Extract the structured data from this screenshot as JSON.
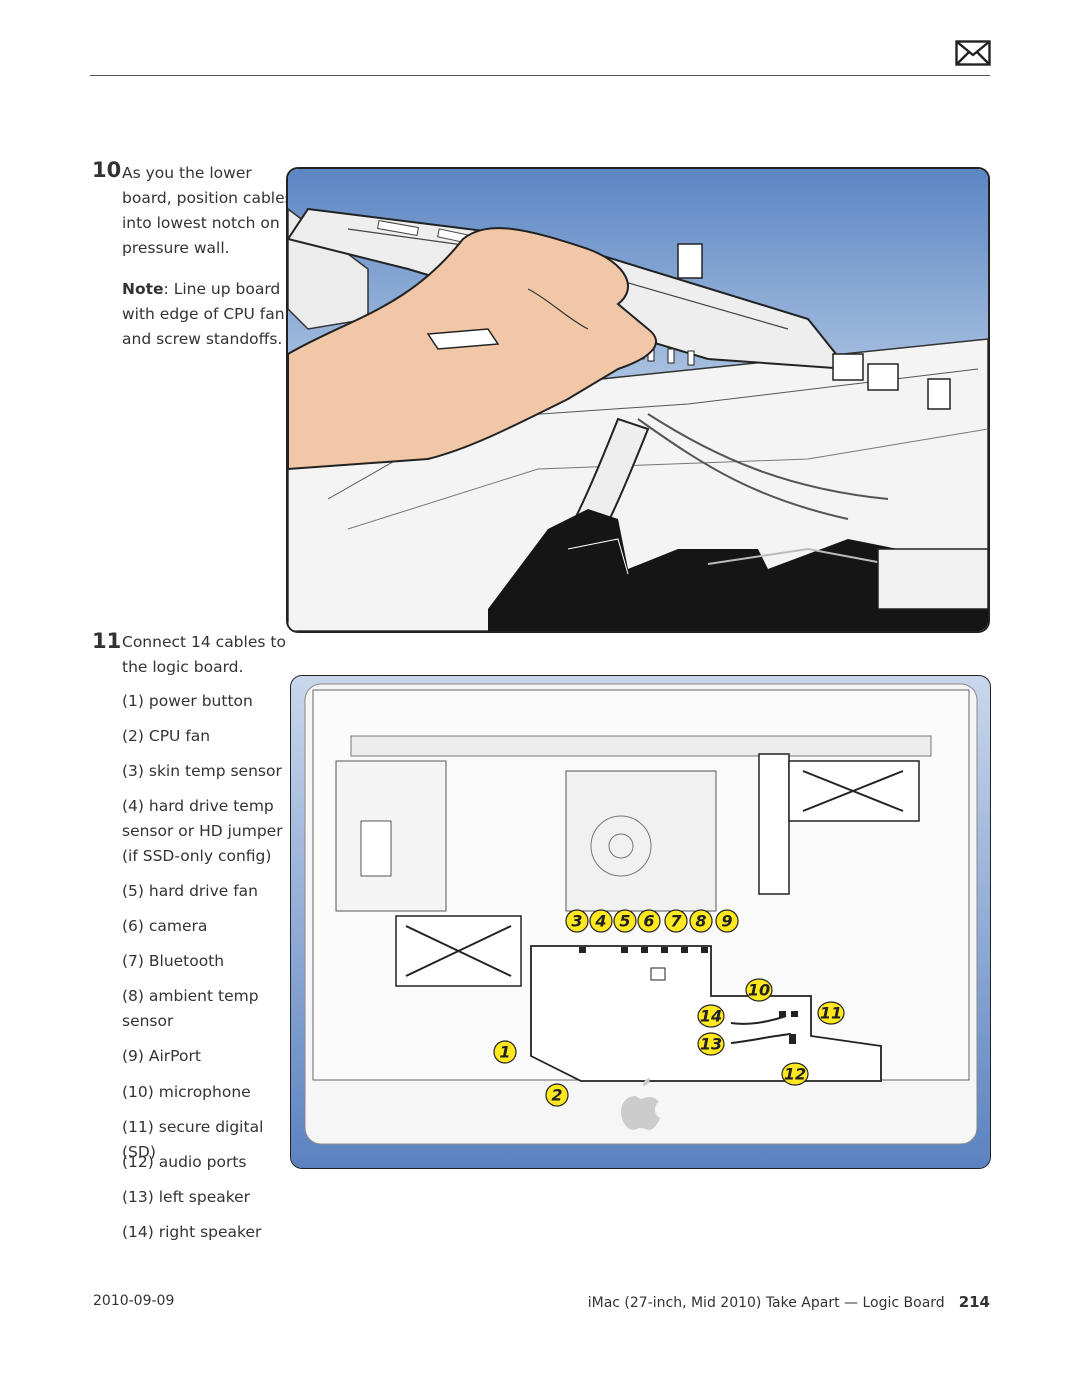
{
  "header": {
    "icon": "mail-icon"
  },
  "step10": {
    "number": "10",
    "lines": [
      "As you the lower",
      "board, position cables",
      "into lowest notch on",
      "pressure wall."
    ],
    "note_label": "Note",
    "note_lines": [
      ": Line up board",
      "with edge of CPU fan",
      "and screw standoffs."
    ]
  },
  "step11": {
    "number": "11",
    "lines": [
      "Connect 14 cables to",
      "the logic board."
    ],
    "items": [
      [
        "(1) power button"
      ],
      [
        "(2) CPU fan"
      ],
      [
        "(3) skin temp sensor"
      ],
      [
        "(4) hard drive temp",
        "sensor or HD jumper",
        "(if SSD-only config)"
      ],
      [
        "(5) hard drive fan"
      ],
      [
        "(6) camera"
      ],
      [
        "(7) Bluetooth"
      ],
      [
        "(8) ambient temp",
        "sensor"
      ],
      [
        "(9) AirPort"
      ],
      [
        "(10) microphone"
      ],
      [
        "(11) secure digital (SD)"
      ],
      [
        "(12) audio ports"
      ],
      [
        "(13) left speaker"
      ],
      [
        "(14) right speaker"
      ]
    ]
  },
  "callouts": [
    "1",
    "2",
    "3",
    "4",
    "5",
    "6",
    "7",
    "8",
    "9",
    "10",
    "11",
    "12",
    "13",
    "14"
  ],
  "footer": {
    "date": "2010-09-09",
    "title": "iMac (27-inch, Mid 2010) Take Apart — Logic Board",
    "page": "214"
  },
  "colors": {
    "callout_fill": "#ffe820",
    "frame_blue": "#5b82c0",
    "skin": "#f2c7a8"
  }
}
